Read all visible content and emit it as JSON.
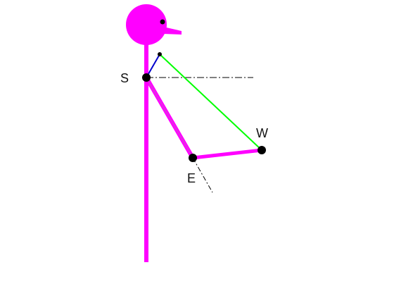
{
  "colors": {
    "figure": "#ff00ff",
    "joint": "#000000",
    "upper_segment": "#0000cc",
    "reach_line": "#00ff00",
    "reference_line": "#000000",
    "background": "#ffffff"
  },
  "labels": {
    "shoulder": "S",
    "elbow": "E",
    "wrist": "W"
  }
}
